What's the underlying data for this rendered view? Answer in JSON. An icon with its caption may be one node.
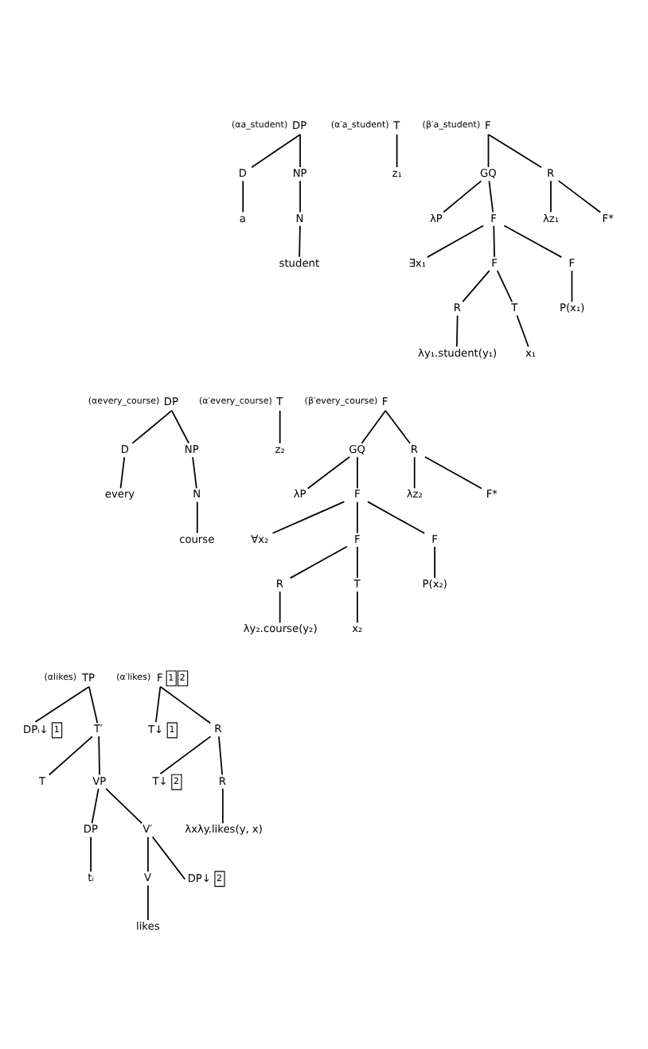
{
  "diagram": {
    "nodes": [
      {
        "text": [
          "DP"
        ],
        "beside": [
          "(αa_student)"
        ]
      },
      {
        "text": [
          "D"
        ]
      },
      {
        "text": [
          "NP"
        ]
      },
      {
        "text": [
          "a"
        ]
      },
      {
        "text": [
          "N"
        ]
      },
      {
        "text": [
          "student"
        ]
      },
      {
        "text": [
          "T"
        ],
        "beside": [
          "(α′a_student)"
        ]
      },
      {
        "text": [
          "z₁"
        ]
      },
      {
        "text": [
          "F"
        ],
        "beside": [
          "(β′a_student)"
        ]
      },
      {
        "text": [
          "GQ"
        ]
      },
      {
        "text": [
          "R"
        ]
      },
      {
        "text": [
          "λP"
        ]
      },
      {
        "text": [
          "F"
        ]
      },
      {
        "text": [
          "λz₁"
        ]
      },
      {
        "text": [
          "F*"
        ]
      },
      {
        "text": [
          "∃x₁"
        ]
      },
      {
        "text": [
          "F"
        ]
      },
      {
        "text": [
          "F"
        ]
      },
      {
        "text": [
          "R"
        ]
      },
      {
        "text": [
          "T"
        ]
      },
      {
        "text": [
          "P(x₁)"
        ]
      },
      {
        "text": [
          "λy₁.student(y₁)"
        ]
      },
      {
        "text": [
          "x₁"
        ]
      },
      {
        "text": [
          "DP"
        ],
        "beside": [
          "(αevery_course)"
        ]
      },
      {
        "text": [
          "D"
        ]
      },
      {
        "text": [
          "NP"
        ]
      },
      {
        "text": [
          "every"
        ]
      },
      {
        "text": [
          "N"
        ]
      },
      {
        "text": [
          "course"
        ]
      },
      {
        "text": [
          "T"
        ],
        "beside": [
          "(α′every_course)"
        ]
      },
      {
        "text": [
          "z₂"
        ]
      },
      {
        "text": [
          "F"
        ],
        "beside": [
          "(β′every_course)"
        ]
      },
      {
        "text": [
          "GQ"
        ]
      },
      {
        "text": [
          "R"
        ]
      },
      {
        "text": [
          "λP"
        ]
      },
      {
        "text": [
          "F"
        ]
      },
      {
        "text": [
          "λz₂"
        ]
      },
      {
        "text": [
          "F*"
        ]
      },
      {
        "text": [
          "∀x₂"
        ]
      },
      {
        "text": [
          "F"
        ]
      },
      {
        "text": [
          "F"
        ]
      },
      {
        "text": [
          "R"
        ]
      },
      {
        "text": [
          "T"
        ]
      },
      {
        "text": [
          "P(x₂)"
        ]
      },
      {
        "text": [
          "λy₂.course(y₂)"
        ]
      },
      {
        "text": [
          "x₂"
        ]
      },
      {
        "text": [
          "TP"
        ],
        "beside": [
          "(αlikes)"
        ]
      },
      {
        "text": [
          "DPᵢ↓",
          "1"
        ]
      },
      {
        "text": [
          "T′"
        ]
      },
      {
        "text": [
          "T"
        ]
      },
      {
        "text": [
          "VP"
        ]
      },
      {
        "text": [
          "DP"
        ]
      },
      {
        "text": [
          "V′"
        ]
      },
      {
        "text": [
          "tᵢ"
        ]
      },
      {
        "text": [
          "V"
        ]
      },
      {
        "text": [
          "DP↓",
          "2"
        ]
      },
      {
        "text": [
          "likes"
        ]
      },
      {
        "text": [
          "F",
          "1",
          "2"
        ],
        "beside": [
          "(α′likes)"
        ]
      },
      {
        "text": [
          "T↓",
          "1"
        ]
      },
      {
        "text": [
          "R"
        ]
      },
      {
        "text": [
          "T↓",
          "2"
        ]
      },
      {
        "text": [
          "R"
        ]
      },
      {
        "text": [
          "λxλy.likes(y, x)"
        ]
      }
    ],
    "edges": [
      {
        "from": 0,
        "to": 1,
        "arrow": "none"
      },
      {
        "from": 0,
        "to": 2,
        "arrow": "none"
      },
      {
        "from": 1,
        "to": 3,
        "arrow": "none"
      },
      {
        "from": 2,
        "to": 4,
        "arrow": "none"
      },
      {
        "from": 4,
        "to": 5,
        "arrow": "none"
      },
      {
        "from": 6,
        "to": 7,
        "arrow": "none"
      },
      {
        "from": 8,
        "to": 9,
        "arrow": "none"
      },
      {
        "from": 8,
        "to": 10,
        "arrow": "none"
      },
      {
        "from": 9,
        "to": 11,
        "arrow": "none"
      },
      {
        "from": 9,
        "to": 12,
        "arrow": "none"
      },
      {
        "from": 10,
        "to": 13,
        "arrow": "none"
      },
      {
        "from": 10,
        "to": 14,
        "arrow": "none"
      },
      {
        "from": 12,
        "to": 15,
        "arrow": "none"
      },
      {
        "from": 12,
        "to": 16,
        "arrow": "none"
      },
      {
        "from": 12,
        "to": 17,
        "arrow": "none"
      },
      {
        "from": 16,
        "to": 18,
        "arrow": "none"
      },
      {
        "from": 16,
        "to": 19,
        "arrow": "none"
      },
      {
        "from": 17,
        "to": 20,
        "arrow": "none"
      },
      {
        "from": 18,
        "to": 21,
        "arrow": "none"
      },
      {
        "from": 19,
        "to": 22,
        "arrow": "none"
      },
      {
        "from": 23,
        "to": 24,
        "arrow": "none"
      },
      {
        "from": 23,
        "to": 25,
        "arrow": "none"
      },
      {
        "from": 24,
        "to": 26,
        "arrow": "none"
      },
      {
        "from": 25,
        "to": 27,
        "arrow": "none"
      },
      {
        "from": 27,
        "to": 28,
        "arrow": "none"
      },
      {
        "from": 29,
        "to": 30,
        "arrow": "none"
      },
      {
        "from": 31,
        "to": 32,
        "arrow": "none"
      },
      {
        "from": 31,
        "to": 33,
        "arrow": "none"
      },
      {
        "from": 32,
        "to": 34,
        "arrow": "none"
      },
      {
        "from": 32,
        "to": 35,
        "arrow": "none"
      },
      {
        "from": 33,
        "to": 36,
        "arrow": "none"
      },
      {
        "from": 33,
        "to": 37,
        "arrow": "none"
      },
      {
        "from": 35,
        "to": 38,
        "arrow": "none"
      },
      {
        "from": 35,
        "to": 39,
        "arrow": "none"
      },
      {
        "from": 35,
        "to": 40,
        "arrow": "none"
      },
      {
        "from": 39,
        "to": 41,
        "arrow": "none"
      },
      {
        "from": 39,
        "to": 42,
        "arrow": "none"
      },
      {
        "from": 40,
        "to": 43,
        "arrow": "none"
      },
      {
        "from": 41,
        "to": 44,
        "arrow": "none"
      },
      {
        "from": 42,
        "to": 45,
        "arrow": "none"
      },
      {
        "from": 46,
        "to": 47,
        "arrow": "none"
      },
      {
        "from": 46,
        "to": 48,
        "arrow": "none"
      },
      {
        "from": 48,
        "to": 49,
        "arrow": "none"
      },
      {
        "from": 48,
        "to": 50,
        "arrow": "none"
      },
      {
        "from": 50,
        "to": 51,
        "arrow": "none"
      },
      {
        "from": 50,
        "to": 52,
        "arrow": "none"
      },
      {
        "from": 51,
        "to": 53,
        "arrow": "none"
      },
      {
        "from": 52,
        "to": 54,
        "arrow": "none"
      },
      {
        "from": 52,
        "to": 55,
        "arrow": "none"
      },
      {
        "from": 54,
        "to": 56,
        "arrow": "none"
      },
      {
        "from": 57,
        "to": 58,
        "arrow": "none"
      },
      {
        "from": 57,
        "to": 59,
        "arrow": "none"
      },
      {
        "from": 59,
        "to": 60,
        "arrow": "none"
      },
      {
        "from": 59,
        "to": 61,
        "arrow": "none"
      },
      {
        "from": 61,
        "to": 62,
        "arrow": "none"
      }
    ]
  }
}
